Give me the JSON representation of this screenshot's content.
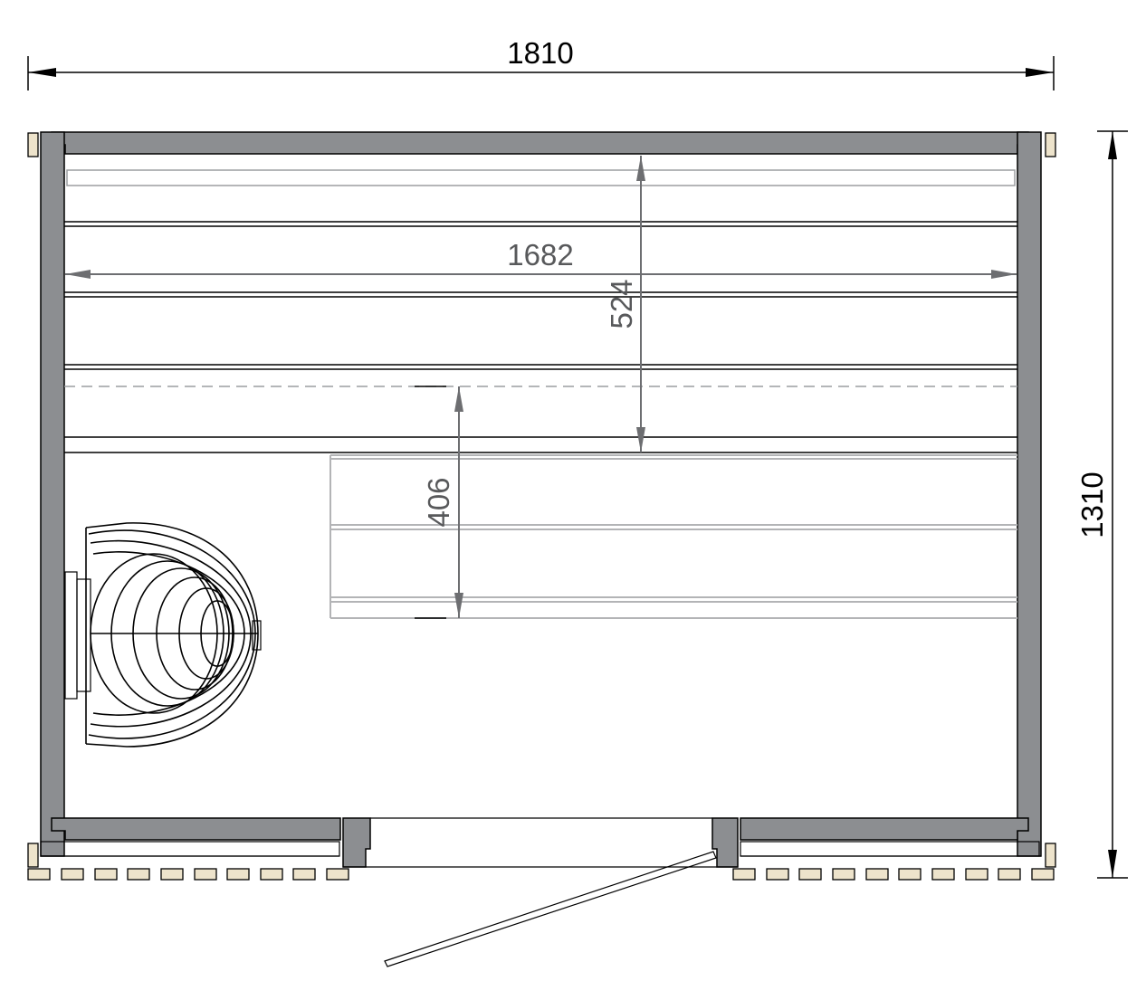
{
  "dimensions": {
    "outer_width": "1810",
    "outer_depth": "1310",
    "bench_length": "1682",
    "upper_bench_depth": "524",
    "lower_bench_depth": "406"
  },
  "colors": {
    "wall": "#8c8e91",
    "foundation_post": "#ede3cb",
    "dimension_grey": "#58595b"
  },
  "elements": {
    "heater": "sauna-heater-icon",
    "door": "glass-door"
  }
}
